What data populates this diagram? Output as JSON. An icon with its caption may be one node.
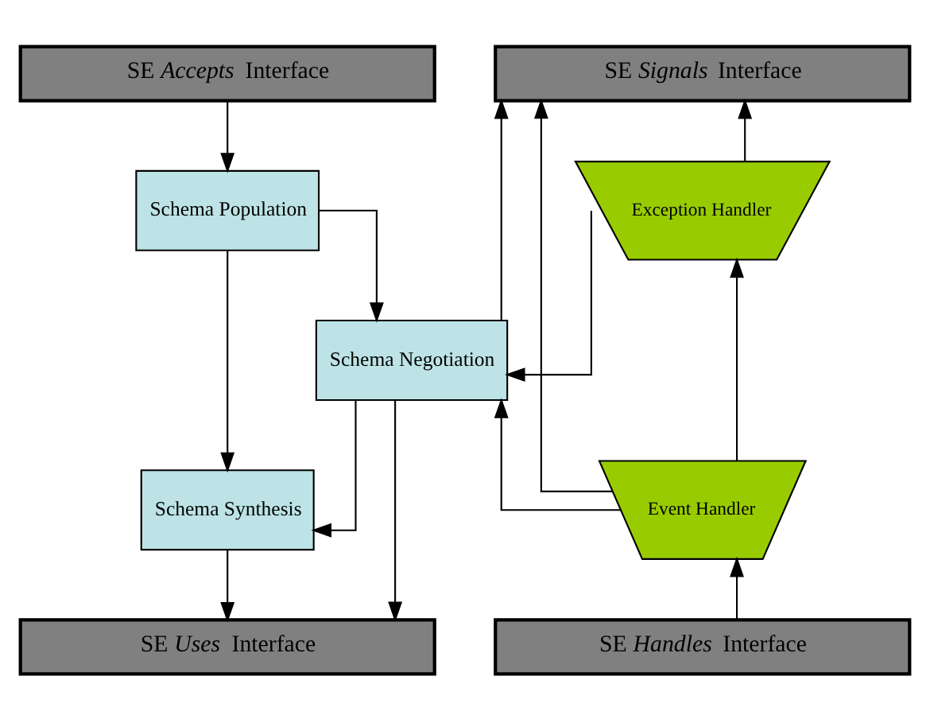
{
  "diagram": {
    "nodes": [
      {
        "text": [
          "SE *Accepts* Interface"
        ]
      },
      {
        "text": [
          "SE *Signals* Interface"
        ]
      },
      {
        "text": [
          "Schema Population"
        ]
      },
      {
        "text": [
          "Exception Handler"
        ]
      },
      {
        "text": [
          "Schema Negotiation"
        ]
      },
      {
        "text": [
          "Schema Synthesis"
        ]
      },
      {
        "text": [
          "Event Handler"
        ]
      },
      {
        "text": [
          "SE *Uses* Interface"
        ]
      },
      {
        "text": [
          "SE *Handles* Interface"
        ]
      }
    ],
    "edges": [
      {
        "from": 0,
        "to": 2,
        "arrow": "to"
      },
      {
        "from": 2,
        "to": 5,
        "arrow": "to"
      },
      {
        "from": 2,
        "to": 4,
        "arrow": "to"
      },
      {
        "from": 4,
        "to": 1,
        "arrow": "to"
      },
      {
        "from": 3,
        "to": 1,
        "arrow": "to"
      },
      {
        "from": 3,
        "to": 4,
        "arrow": "to"
      },
      {
        "from": 4,
        "to": 5,
        "arrow": "to"
      },
      {
        "from": 5,
        "to": 7,
        "arrow": "to"
      },
      {
        "from": 4,
        "to": 7,
        "arrow": "to"
      },
      {
        "from": 6,
        "to": 3,
        "arrow": "to"
      },
      {
        "from": 6,
        "to": 4,
        "arrow": "to"
      },
      {
        "from": 6,
        "to": 1,
        "arrow": "to"
      },
      {
        "from": 8,
        "to": 6,
        "arrow": "to"
      }
    ]
  }
}
